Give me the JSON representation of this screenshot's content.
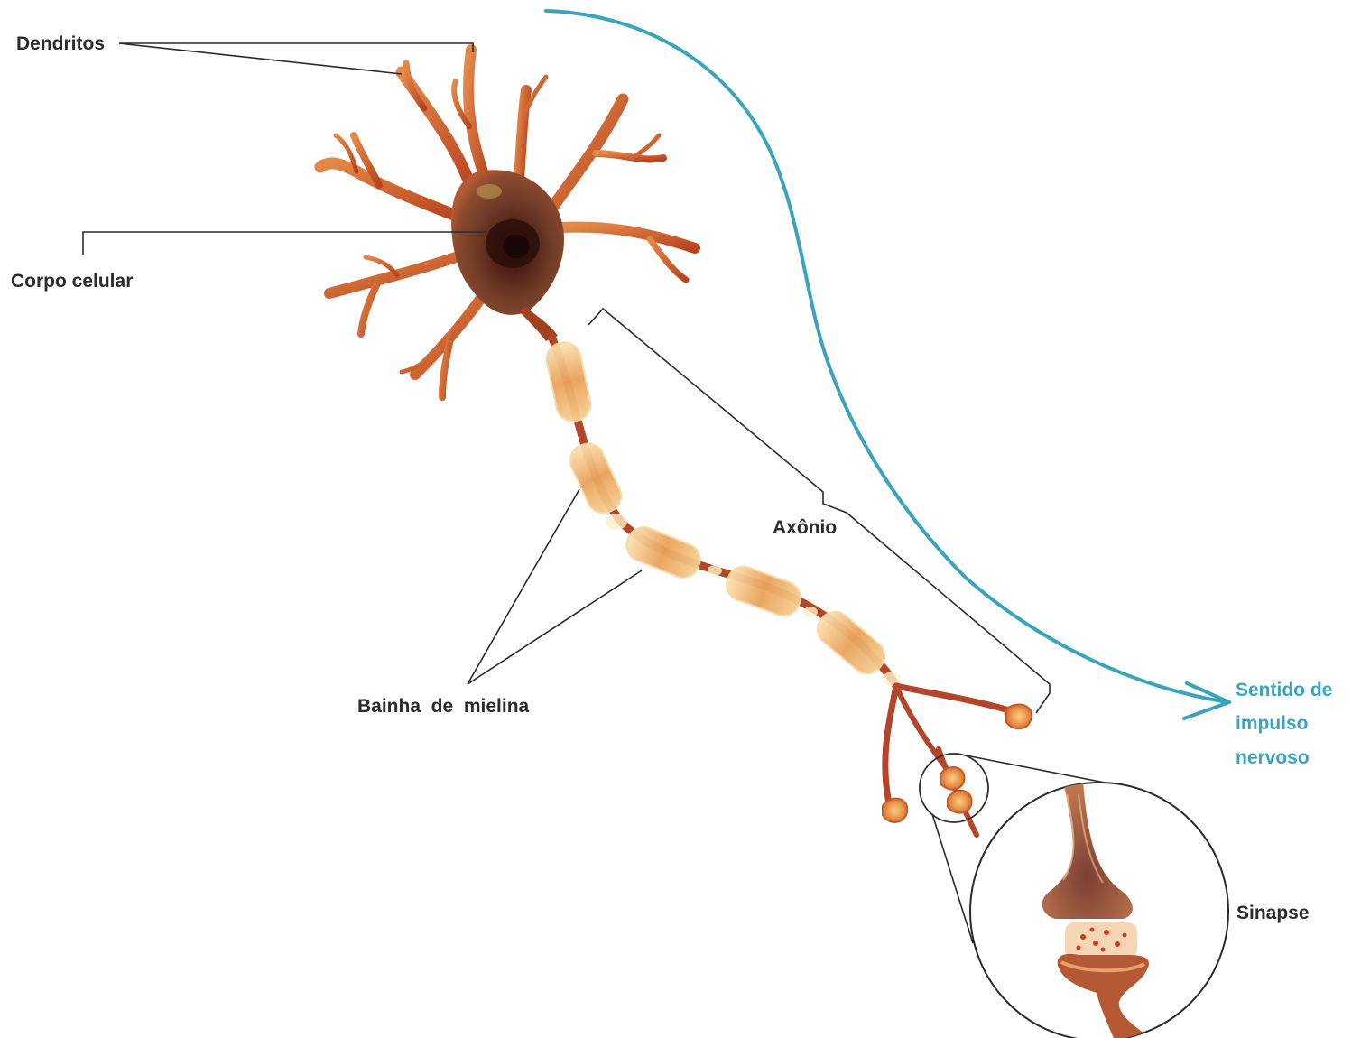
{
  "labels": {
    "dendritos": "Dendritos",
    "corpo_celular": "Corpo celular",
    "axonio": "Axônio",
    "bainha": "Bainha  de  mielina",
    "sinapse": "Sinapse",
    "sentido": [
      "Sentido de",
      "impulso",
      "nervoso"
    ]
  },
  "colors": {
    "impulse_arrow": "#3aa3bd",
    "dendrite": "#d2682e",
    "cell_body": "#5e2a1f",
    "myelin": "#efb46f",
    "axon_core": "#b3452a"
  }
}
